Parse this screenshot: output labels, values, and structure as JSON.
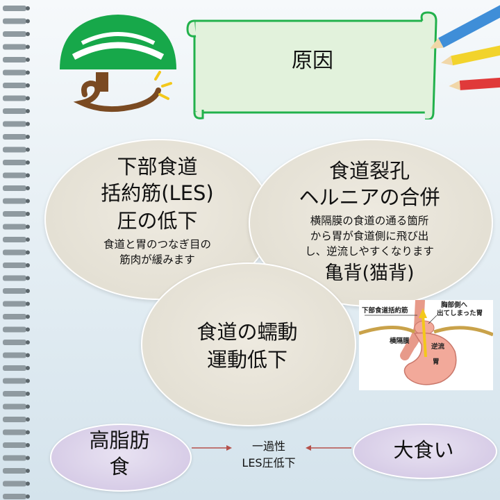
{
  "title": "原因",
  "causes": {
    "les": {
      "heading": [
        "下部食道",
        "括約筋(LES)",
        "圧の低下"
      ],
      "note": [
        "食道と胃のつなぎ目の",
        "筋肉が緩みます"
      ]
    },
    "hernia": {
      "heading": [
        "食道裂孔",
        "ヘルニアの合併"
      ],
      "note": [
        "横隔膜の食道の通る箇所",
        "から胃が食道側に飛び出",
        "し、逆流しやすくなります"
      ],
      "extra": "亀背(猫背)"
    },
    "peristalsis": {
      "heading": [
        "食道の蠕動",
        "運動低下"
      ]
    }
  },
  "bottom": {
    "left": [
      "高脂肪",
      "食"
    ],
    "center": [
      "一過性",
      "LES圧低下"
    ],
    "right": "大食い"
  },
  "illustration": {
    "les_label": "下部食道括約筋",
    "chest_label": [
      "胸部側へ",
      "出てしまった胃"
    ],
    "diaphragm_label": "横隔膜",
    "reflux_label": "逆流",
    "stomach_label": "胃"
  },
  "colors": {
    "logo_green": "#17a84a",
    "logo_brown": "#7a4a22",
    "logo_yellow": "#f3c81a",
    "scroll_fill": "#e2f2dc",
    "scroll_border": "#22b14c",
    "ellipse_fill": "#e6e2d6",
    "pill_fill": "#d6cbe6",
    "arrow_red": "#b5504a"
  }
}
